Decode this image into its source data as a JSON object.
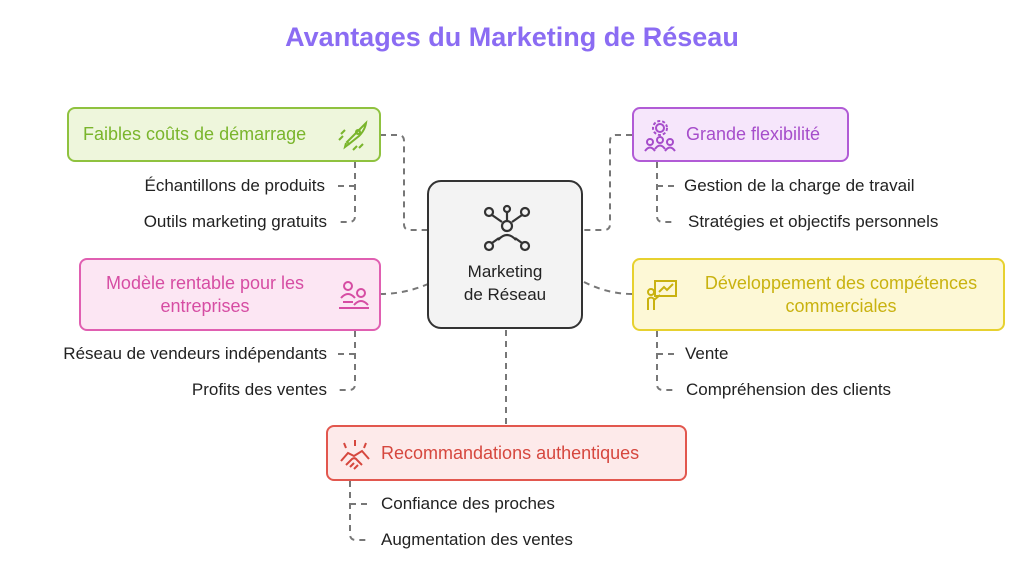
{
  "title": "Avantages du Marketing de Réseau",
  "center": {
    "label_line1": "Marketing",
    "label_line2": "de Réseau",
    "icon": "network-user-icon"
  },
  "branches": {
    "costs": {
      "label": "Faibles coûts de démarrage",
      "icon": "rocket-icon",
      "border": "#8fc23f",
      "fill": "#eef6dc",
      "text": "#7ab52c",
      "items": [
        "Échantillons de produits",
        "Outils marketing gratuits"
      ]
    },
    "flex": {
      "label": "Grande flexibilité",
      "icon": "team-gear-icon",
      "border": "#b15bd6",
      "fill": "#f6e6fb",
      "text": "#a64dcb",
      "items": [
        "Gestion de la charge de travail",
        "Stratégies et objectifs personnels"
      ]
    },
    "model": {
      "label_line1": "Modèle rentable pour les",
      "label_line2": "entreprises",
      "icon": "people-meeting-icon",
      "border": "#e05fb1",
      "fill": "#fce6f3",
      "text": "#d64da3",
      "items": [
        "Réseau de vendeurs indépendants",
        "Profits des ventes"
      ]
    },
    "skills": {
      "label_line1": "Développement des compétences",
      "label_line2": "commerciales",
      "icon": "presentation-icon",
      "border": "#e7d12f",
      "fill": "#fdf8d6",
      "text": "#c9b210",
      "items": [
        "Vente",
        "Compréhension des clients"
      ]
    },
    "reco": {
      "label": "Recommandations authentiques",
      "icon": "handshake-icon",
      "border": "#e2574e",
      "fill": "#fdeaea",
      "text": "#d6473e",
      "items": [
        "Confiance des proches",
        "Augmentation des ventes"
      ]
    }
  }
}
